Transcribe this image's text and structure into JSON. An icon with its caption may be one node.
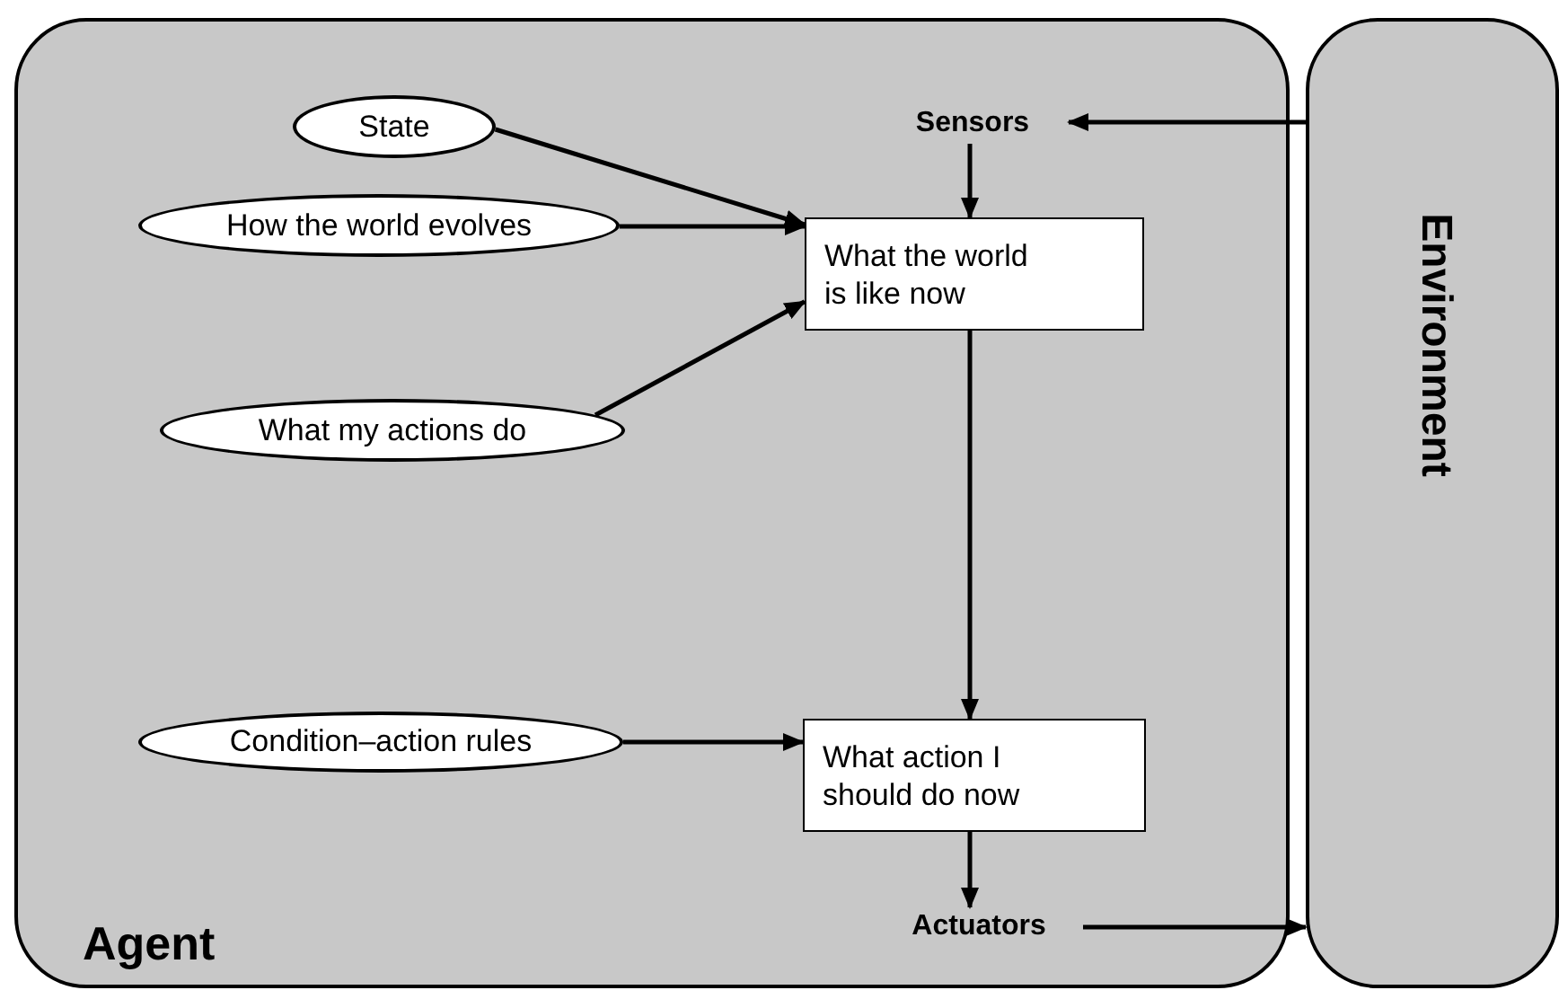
{
  "diagram": {
    "nodes": [
      {
        "text": [
          "Agent"
        ]
      },
      {
        "text": [
          "Environment"
        ]
      },
      {
        "text": [
          "Sensors"
        ],
        "in": 0
      },
      {
        "text": [
          "State"
        ],
        "in": 0
      },
      {
        "text": [
          "How the world evolves"
        ],
        "in": 0
      },
      {
        "text": [
          "What my actions do"
        ],
        "in": 0
      },
      {
        "text": [
          "What the world is like now"
        ],
        "in": 0
      },
      {
        "text": [
          "Condition–action rules"
        ],
        "in": 0
      },
      {
        "text": [
          "What action I should do now"
        ],
        "in": 0
      },
      {
        "text": [
          "Actuators"
        ],
        "in": 0
      }
    ],
    "edges": [
      {
        "from": 1,
        "to": 2,
        "arrow": "to"
      },
      {
        "from": 2,
        "to": 6,
        "arrow": "to"
      },
      {
        "from": 3,
        "to": 6,
        "arrow": "to"
      },
      {
        "from": 4,
        "to": 6,
        "arrow": "to"
      },
      {
        "from": 5,
        "to": 6,
        "arrow": "to"
      },
      {
        "from": 6,
        "to": 8,
        "arrow": "to"
      },
      {
        "from": 7,
        "to": 8,
        "arrow": "to"
      },
      {
        "from": 8,
        "to": 9,
        "arrow": "to"
      },
      {
        "from": 9,
        "to": 1,
        "arrow": "to"
      }
    ]
  }
}
